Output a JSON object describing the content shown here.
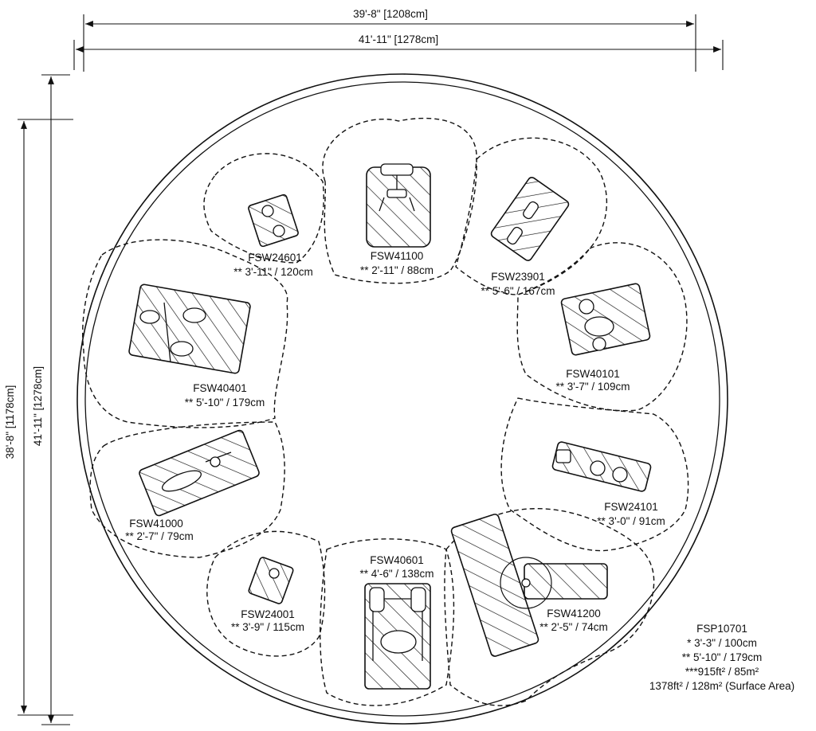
{
  "dimensions": {
    "top_inner": "39'-8\" [1208cm]",
    "top_outer": "41'-11\" [1278cm]",
    "left_inner": "38'-8\" [1178cm]",
    "left_outer": "41'-11\" [1278cm]"
  },
  "equipment": [
    {
      "code": "FSW24601",
      "size": "** 3'-11\" / 120cm"
    },
    {
      "code": "FSW41100",
      "size": "** 2'-11\" / 88cm"
    },
    {
      "code": "FSW23901",
      "size": "** 5'-6\" / 167cm"
    },
    {
      "code": "FSW40101",
      "size": "** 3'-7\" / 109cm"
    },
    {
      "code": "FSW24101",
      "size": "** 3'-0\" / 91cm"
    },
    {
      "code": "FSW41200",
      "size": "** 2'-5\" / 74cm"
    },
    {
      "code": "FSW40601",
      "size": "** 4'-6\" / 138cm"
    },
    {
      "code": "FSW24001",
      "size": "** 3'-9\" / 115cm"
    },
    {
      "code": "FSW41000",
      "size": "** 2'-7\" / 79cm"
    },
    {
      "code": "FSW40401",
      "size": "** 5'-10\" / 179cm"
    }
  ],
  "package": {
    "code": "FSP10701",
    "line1": "* 3'-3\" / 100cm",
    "line2": "** 5'-10\" / 179cm",
    "line3": "***915ft² / 85m²",
    "line4": "1378ft² / 128m² (Surface Area)"
  }
}
